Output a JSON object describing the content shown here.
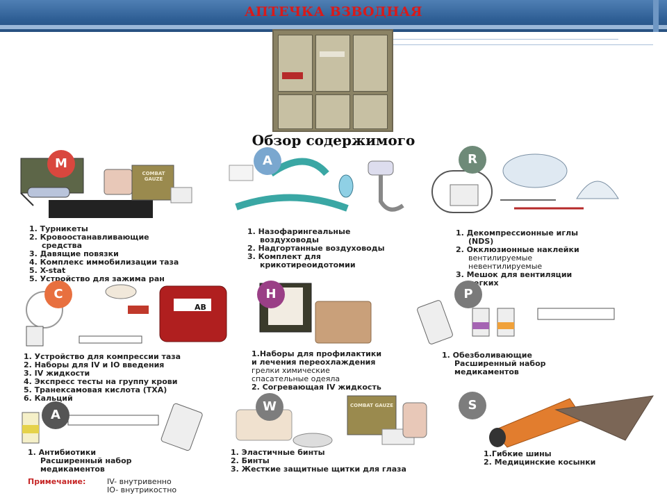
{
  "header": {
    "title": "АПТЕЧКА ВЗВОДНАЯ"
  },
  "subtitle": "Обзор содержимого",
  "sections": [
    {
      "badge": "M",
      "color": "#d9473e",
      "items": [
        "1. Турникеты",
        "2. Кровоостанавливающие",
        "средства",
        "3. Давящие повязки",
        "4. Комплекс иммобилизации таза",
        "5. X-stat",
        "5. Устройство для зажима ран"
      ],
      "label": "COMBAT GAUZE"
    },
    {
      "badge": "A",
      "color": "#7aa7cf",
      "items": [
        "1. Назофарингеальные",
        "воздуховоды",
        "2. Надгортанные воздуховоды",
        "3. Комплект для",
        "крикотиреоидотомии"
      ]
    },
    {
      "badge": "R",
      "color": "#6e8a78",
      "items": [
        "1. Декомпрессионные иглы",
        "(NDS)",
        "2. Окклюзионные наклейки",
        "вентилируемые",
        "невентилируемые",
        "3. Мешок для вентиляции",
        "легких"
      ]
    },
    {
      "badge": "C",
      "color": "#e8703f",
      "items": [
        "1. Устройство для компрессии таза",
        "2. Наборы для IV и IO введения",
        "3. IV жидкости",
        "4. Экспресс тесты на группу крови",
        "5. Транексамовая кислота (TXA)",
        "6. Кальций"
      ],
      "label": "AB"
    },
    {
      "badge": "H",
      "color": "#9a3f86",
      "items": [
        "1.Наборы для профилактики",
        "и лечения переохлаждения",
        "грелки химические",
        "спасательные одеяла",
        "2. Согревающая IV жидкость"
      ]
    },
    {
      "badge": "P",
      "color": "#7a7a7a",
      "items": [
        "1. Обезболивающие",
        "Расширенный набор",
        "медикаментов"
      ]
    },
    {
      "badge": "A",
      "color": "#555555",
      "items": [
        "1. Антибиотики",
        "Расширенный набор",
        "медикаментов"
      ]
    },
    {
      "badge": "W",
      "color": "#7d7d7d",
      "items": [
        "1. Эластичные бинты",
        "2. Бинты",
        "3. Жесткие защитные щитки для глаза"
      ],
      "label": "COMBAT GAUZE"
    },
    {
      "badge": "S",
      "color": "#7d7d7d",
      "items": [
        "1.Гибкие шины",
        "2. Медицинские косынки"
      ]
    }
  ],
  "note": {
    "label": "Примечание:",
    "line1": "IV- внутривенно",
    "line2": "IO- внутрикостно"
  }
}
